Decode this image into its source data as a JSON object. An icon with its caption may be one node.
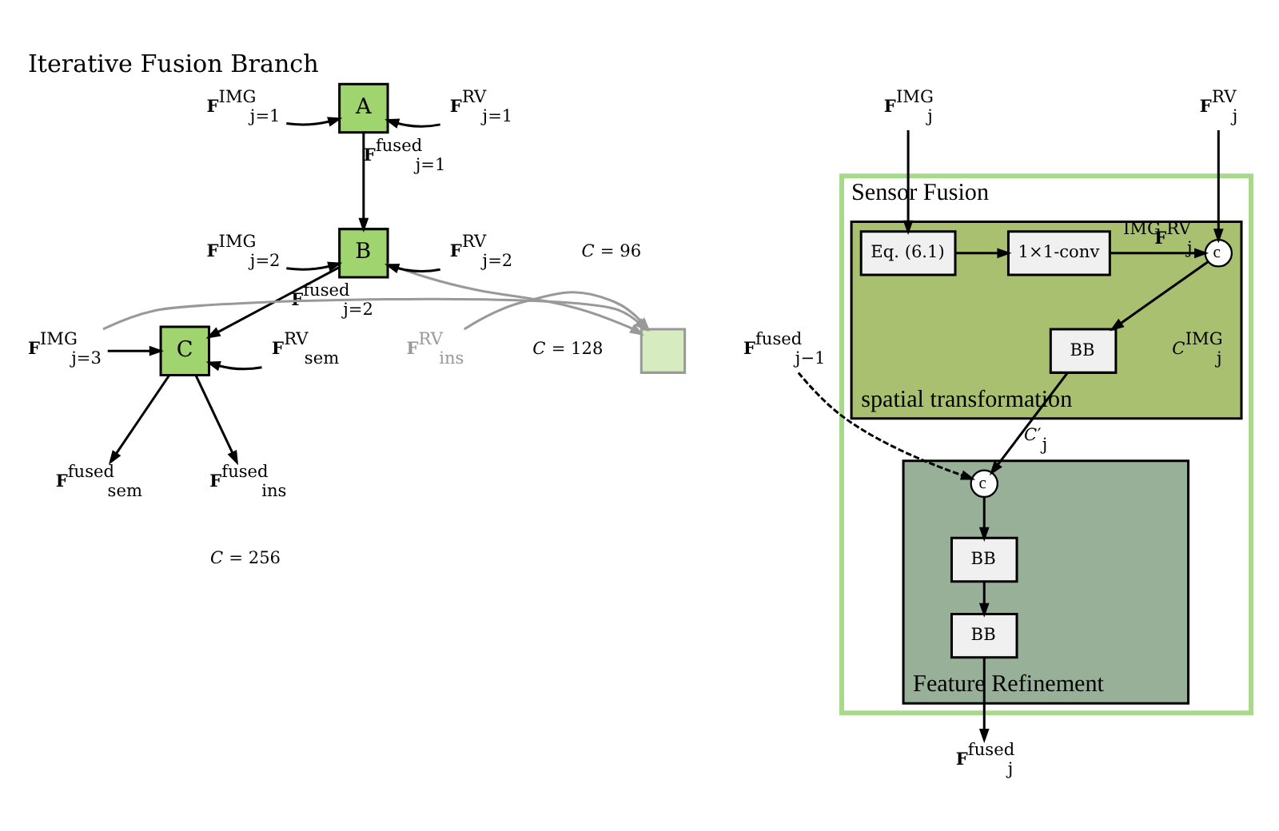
{
  "diagram": {
    "title": "Iterative Fusion Branch",
    "nodes": [
      {
        "text": [
          "A"
        ]
      },
      {
        "text": [
          "B"
        ]
      },
      {
        "text": [
          "C"
        ]
      },
      {
        "text": [],
        "shape": "box"
      },
      {
        "text": [
          "**F**$^{IMG}$$_{j=1}$"
        ]
      },
      {
        "text": [
          "**F**$^{RV}$$_{j=1}$"
        ]
      },
      {
        "text": [
          "**F**$^{IMG}$$_{j=2}$"
        ]
      },
      {
        "text": [
          "**F**$^{RV}$$_{j=2}$"
        ]
      },
      {
        "text": [
          "**F**$^{IMG}$$_{j=3}$"
        ]
      },
      {
        "text": [
          "**F**$^{RV}$$_{ins}$"
        ]
      },
      {
        "text": [
          "**F**$^{RV}$$_{sem}$"
        ]
      },
      {
        "text": [
          "**F**$^{fused}$$_{sem}$"
        ]
      },
      {
        "text": [
          "**F**$^{fused}$$_{ins}$"
        ]
      },
      {
        "text": [
          "Sensor Fusion"
        ]
      },
      {
        "text": [
          "spatial transformation"
        ],
        "in": 13
      },
      {
        "text": [
          "Eq. (6.1)"
        ],
        "in": 14
      },
      {
        "text": [
          "1×1-conv"
        ],
        "in": 14
      },
      {
        "text": [
          "c"
        ],
        "in": 14
      },
      {
        "text": [
          "BB"
        ],
        "in": 14
      },
      {
        "text": [
          "Feature Refinement"
        ],
        "in": 13
      },
      {
        "text": [
          "c"
        ],
        "in": 19
      },
      {
        "text": [
          "BB"
        ],
        "in": 19
      },
      {
        "text": [
          "BB"
        ],
        "in": 19
      },
      {
        "text": [
          "**F**$^{IMG}$$_{j}$"
        ]
      },
      {
        "text": [
          "**F**$^{RV}$$_{j}$"
        ]
      },
      {
        "text": [
          "**F**$^{fused}$$_{j−1}$"
        ]
      },
      {
        "text": [
          "**F**$^{fused}$$_{j}$"
        ]
      }
    ],
    "edges": [
      {
        "from": 4,
        "to": 0,
        "arrow": "to"
      },
      {
        "from": 5,
        "to": 0,
        "arrow": "to"
      },
      {
        "from": 0,
        "to": 1,
        "arrow": "to",
        "label": "**F**$^{fused}$$_{j=1}$"
      },
      {
        "from": 6,
        "to": 1,
        "arrow": "to"
      },
      {
        "from": 7,
        "to": 1,
        "arrow": "to"
      },
      {
        "from": 1,
        "to": 2,
        "arrow": "to",
        "label": "**F**$^{fused}$$_{j=2}$"
      },
      {
        "from": 1,
        "to": 3,
        "arrow": "to",
        "color": "#999999"
      },
      {
        "from": 8,
        "to": 2,
        "arrow": "to"
      },
      {
        "from": 8,
        "to": 3,
        "arrow": "to",
        "color": "#999999"
      },
      {
        "from": 9,
        "to": 3,
        "arrow": "to",
        "color": "#999999"
      },
      {
        "from": 10,
        "to": 2,
        "arrow": "to"
      },
      {
        "from": 2,
        "to": 11,
        "arrow": "to"
      },
      {
        "from": 2,
        "to": 12,
        "arrow": "to"
      },
      {
        "from": 23,
        "to": 15,
        "arrow": "to"
      },
      {
        "from": 15,
        "to": 16,
        "arrow": "to"
      },
      {
        "from": 16,
        "to": 17,
        "arrow": "to",
        "label": "$^{IMG}$**F**$^{RV}$$_{j}$"
      },
      {
        "from": 24,
        "to": 17,
        "arrow": "to"
      },
      {
        "from": 17,
        "to": 18,
        "arrow": "to"
      },
      {
        "from": 18,
        "to": 20,
        "arrow": "to",
        "label": "*C*′$_{j}$"
      },
      {
        "from": 25,
        "to": 20,
        "arrow": "to",
        "style": "dashed"
      },
      {
        "from": 20,
        "to": 21,
        "arrow": "to"
      },
      {
        "from": 21,
        "to": 22,
        "arrow": "to"
      },
      {
        "from": 22,
        "to": 26,
        "arrow": "to"
      }
    ],
    "labels": [
      "*C* = 96",
      "*C* = 128",
      "*C* = 256",
      "*C*$^{IMG}$$_{j}$"
    ]
  }
}
